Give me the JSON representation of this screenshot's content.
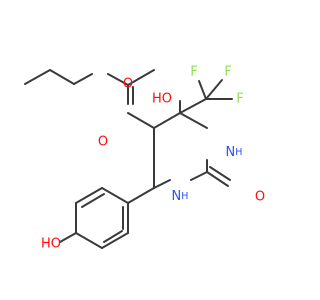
{
  "molecule": {
    "atoms": {
      "ester_o_double": {
        "label": "O",
        "color": "#ff0d0d"
      },
      "ester_o_single": {
        "label": "O",
        "color": "#ff0d0d"
      },
      "hydroxyl_upper": {
        "label": "HO",
        "color": "#ff0d0d"
      },
      "fluorine_left": {
        "label": "F",
        "color": "#90e050"
      },
      "fluorine_top": {
        "label": "F",
        "color": "#90e050"
      },
      "fluorine_right": {
        "label": "F",
        "color": "#90e050"
      },
      "nitrogen_upper": {
        "label": "N",
        "sub": "H",
        "color": "#3050f8"
      },
      "nitrogen_lower": {
        "label": "N",
        "sub": "H",
        "color": "#3050f8"
      },
      "carbonyl_o": {
        "label": "O",
        "color": "#ff0d0d"
      },
      "phenol_oh": {
        "label": "HO",
        "color": "#ff0d0d"
      }
    },
    "bond_color": "#3a3a3a",
    "background": "#ffffff"
  }
}
